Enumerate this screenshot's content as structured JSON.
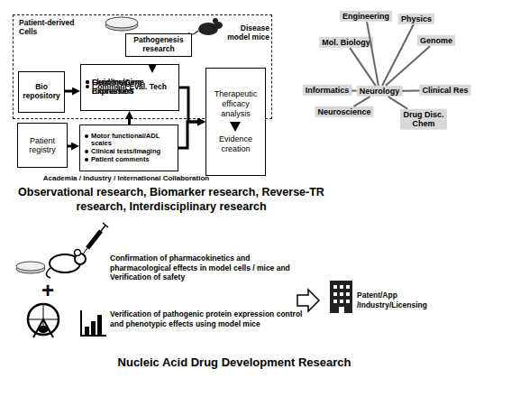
{
  "diagram": {
    "nodes": [
      {
        "text": [
          "Patient-derived Cells",
          "Disease model mice"
        ]
      },
      {
        "text": [
          "Pathogenesis research"
        ],
        "in": 0
      },
      {
        "text": [
          "Bio repository"
        ],
        "in": 0
      },
      {
        "text": [
          "Fluid/Imaging Biomarkers",
          "Comment Eval. Tech",
          "Genome/Gene Expression"
        ],
        "in": 0
      },
      {
        "text": [
          "Patient registry"
        ]
      },
      {
        "text": [
          "Motor functional/ADL scales",
          "Clinical tests/Imaging",
          "Patient comments"
        ]
      },
      {
        "text": [
          "Therapeutic efficacy analysis",
          "Evidence creation"
        ]
      },
      {
        "text": [
          "Engineering"
        ]
      },
      {
        "text": [
          "Physics"
        ]
      },
      {
        "text": [
          "Mol. Biology"
        ]
      },
      {
        "text": [
          "Genome"
        ]
      },
      {
        "text": [
          "Informatics"
        ]
      },
      {
        "text": [
          "Neurology"
        ]
      },
      {
        "text": [
          "Clinical Res"
        ]
      },
      {
        "text": [
          "Neuroscience"
        ]
      },
      {
        "text": [
          "Drug Disc. Chem"
        ]
      }
    ],
    "edges": [
      {
        "from": 2,
        "to": 3,
        "arrow": "to"
      },
      {
        "from": 3,
        "to": 1,
        "arrow": "to"
      },
      {
        "from": 4,
        "to": 5,
        "arrow": "to"
      },
      {
        "from": 5,
        "to": 3,
        "arrow": "to"
      },
      {
        "from": 3,
        "to": 6,
        "arrow": "to"
      },
      {
        "from": 5,
        "to": 6,
        "arrow": "to"
      },
      {
        "from": 12,
        "to": 7,
        "arrow": "none"
      },
      {
        "from": 12,
        "to": 8,
        "arrow": "none"
      },
      {
        "from": 12,
        "to": 9,
        "arrow": "none"
      },
      {
        "from": 12,
        "to": 10,
        "arrow": "none"
      },
      {
        "from": 12,
        "to": 11,
        "arrow": "none"
      },
      {
        "from": 12,
        "to": 13,
        "arrow": "none"
      },
      {
        "from": 12,
        "to": 14,
        "arrow": "none"
      },
      {
        "from": 12,
        "to": 15,
        "arrow": "none"
      }
    ],
    "labels": [
      "Academia / Industry / International Collaboration",
      "Observational research, Biomarker research, Reverse-TR research, Interdisciplinary research",
      "Confirmation of pharmacokinetics and pharmacological effects in model cells / mice and Verification of safety",
      "+",
      "Verification of pathogenic protein expression control and phenotypic effects using model mice",
      "Patent/App /Industry/Licensing",
      "Nucleic Acid Drug Development Research"
    ]
  }
}
